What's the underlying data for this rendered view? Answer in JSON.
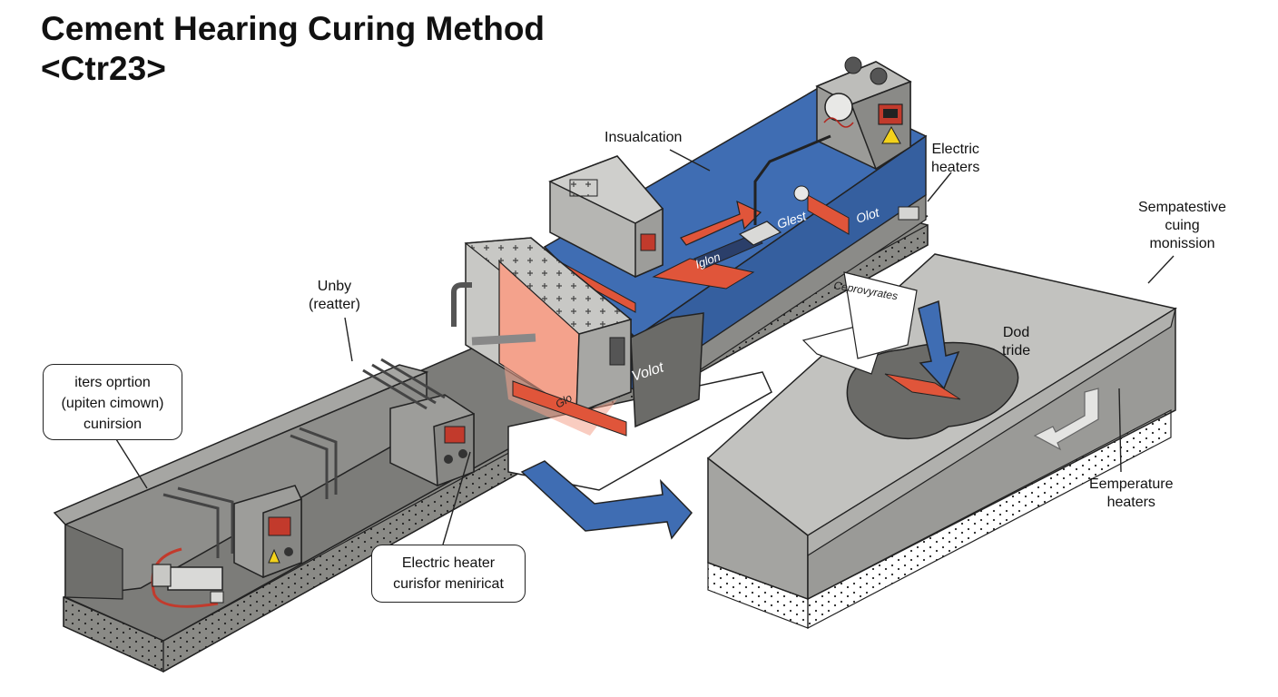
{
  "title": {
    "line1": "Cement Hearing Curing Method",
    "line2": "<Ctr23>"
  },
  "labels": {
    "insulation": "Insualcation",
    "electric_heaters_1": "Electric",
    "electric_heaters_2": "heaters",
    "semp_1": "Sempatestive",
    "semp_2": "cuing",
    "semp_3": "monission",
    "unby_1": "Unby",
    "unby_2": "(reatter)",
    "dod_1": "Dod",
    "dod_2": "tride",
    "temp_heaters_1": "Eemperature",
    "temp_heaters_2": "heaters",
    "cepro": "Ceprovyrates",
    "slab_volot": "Volot",
    "slab_glest": "Glest",
    "slab_olot": "Olot",
    "slab_iglon": "Iglon",
    "slab_glo": "Glo"
  },
  "callouts": {
    "iters": [
      "iters oprtion",
      "(upiten cimown)",
      "cunirsion"
    ],
    "electric_heater": [
      "Electric heater",
      "curisfor meniricat"
    ]
  },
  "colors": {
    "concrete": "#8f8f8c",
    "concrete_dark": "#6f6f6c",
    "insulation_blue": "#3f6db3",
    "heater_red": "#e0553a",
    "heat_glow": "#f4a28c"
  },
  "icons": [
    "control-box-icon",
    "gauge-icon",
    "heater-coil-icon",
    "flow-arrow-icon",
    "warning-icon"
  ]
}
